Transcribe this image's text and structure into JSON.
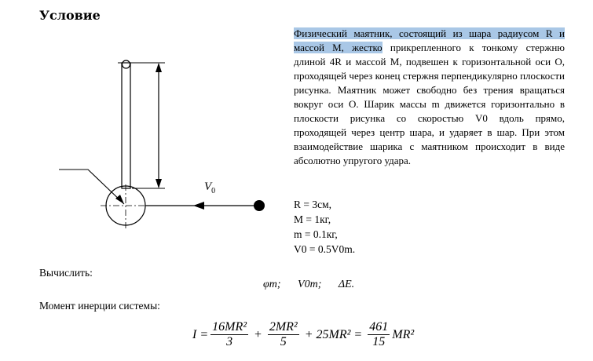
{
  "heading": "Условие",
  "problem": {
    "highlighted": "Физический маятник, состоящий из шара радиусом R и массой M, жестко",
    "rest": " прикрепленного к тонкому стержню длиной 4R и массой M, подвешен к горизонтальной оси O, проходящей через конец стержня перпендикулярно плоскости рисунка. Маятник может свободно без трения вращаться вокруг оси O. Шарик массы m движется горизонтально в плоскости рисунка со скоростью V0 вдоль прямо, проходящей через центр шара, и ударяет в шар. При этом взаимодействие шарика с маятником происходит в виде абсолютно упругого удара."
  },
  "given": [
    "R = 3см,",
    "M = 1кг,",
    "m = 0.1кг,",
    "V0 = 0.5V0m."
  ],
  "figure": {
    "velocity_label": "V",
    "velocity_sub": "0"
  },
  "calc": {
    "label": "Вычислить:",
    "items": [
      "φm;",
      "V0m;",
      "ΔE."
    ]
  },
  "inertia": {
    "label": "Момент инерции системы:",
    "lhs": "I =",
    "t1_num": "16MR²",
    "t1_den": "3",
    "plus1": "+",
    "t2_num": "2MR²",
    "t2_den": "5",
    "t3": "+ 25MR² =",
    "t4_num": "461",
    "t4_den": "15",
    "t4_tail": "MR²"
  }
}
